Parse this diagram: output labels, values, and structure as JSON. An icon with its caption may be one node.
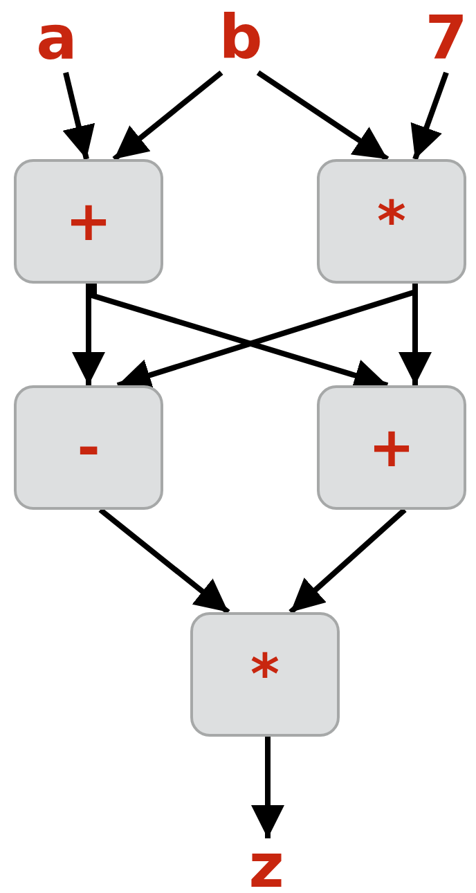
{
  "diagram": {
    "nodes": [
      {
        "text": [
          "a"
        ]
      },
      {
        "text": [
          "b"
        ]
      },
      {
        "text": [
          "7"
        ]
      },
      {
        "text": [
          "+"
        ]
      },
      {
        "text": [
          "*"
        ]
      },
      {
        "text": [
          "-"
        ]
      },
      {
        "text": [
          "+"
        ]
      },
      {
        "text": [
          "*"
        ]
      },
      {
        "text": [
          "z"
        ]
      }
    ],
    "edges": [
      {
        "from": 0,
        "to": 3,
        "arrow": "to"
      },
      {
        "from": 1,
        "to": 3,
        "arrow": "to"
      },
      {
        "from": 1,
        "to": 4,
        "arrow": "to"
      },
      {
        "from": 2,
        "to": 4,
        "arrow": "to"
      },
      {
        "from": 3,
        "to": 5,
        "arrow": "to"
      },
      {
        "from": 3,
        "to": 6,
        "arrow": "to"
      },
      {
        "from": 4,
        "to": 5,
        "arrow": "to"
      },
      {
        "from": 4,
        "to": 6,
        "arrow": "to"
      },
      {
        "from": 5,
        "to": 7,
        "arrow": "to"
      },
      {
        "from": 6,
        "to": 7,
        "arrow": "to"
      },
      {
        "from": 7,
        "to": 8,
        "arrow": "to"
      }
    ]
  }
}
